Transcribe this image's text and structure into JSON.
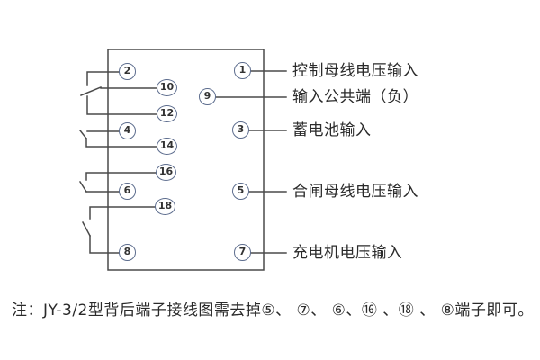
{
  "diagram": {
    "type": "relay-terminal-wiring-diagram",
    "colors": {
      "line": "#4a4a4a",
      "circle_border": "#5d6d8e",
      "text": "#2a2a2a",
      "background": "#ffffff"
    },
    "left_terminals": [
      {
        "number": "2"
      },
      {
        "number": "10"
      },
      {
        "number": "12"
      },
      {
        "number": "4"
      },
      {
        "number": "14"
      },
      {
        "number": "16"
      },
      {
        "number": "6"
      },
      {
        "number": "18"
      },
      {
        "number": "8"
      }
    ],
    "right_terminals": [
      {
        "number": "1",
        "label": "控制母线电压输入"
      },
      {
        "number": "9",
        "label": "输入公共端（负）"
      },
      {
        "number": "3",
        "label": "蓄电池输入"
      },
      {
        "number": "5",
        "label": "合闸母线电压输入"
      },
      {
        "number": "7",
        "label": "充电机电压输入"
      }
    ]
  },
  "note": {
    "text": "注：JY-3/2型背后端子接线图需去掉⑤、 ⑦、 ⑥、⑯ 、⑱ 、 ⑧端子即可。"
  }
}
